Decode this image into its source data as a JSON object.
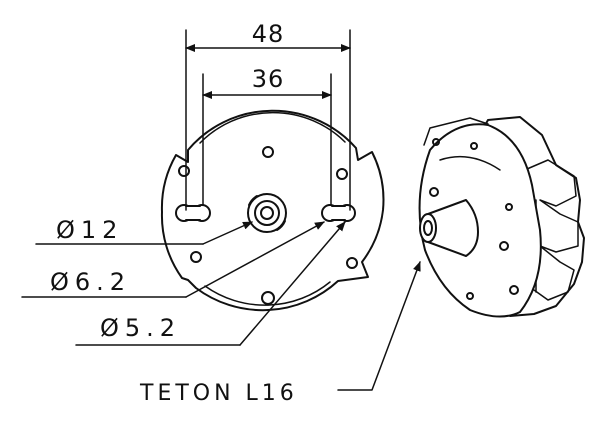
{
  "dimensions": {
    "outer_spacing": "48",
    "inner_spacing": "36"
  },
  "callouts": {
    "dia_12": "Ø12",
    "dia_6_2": "Ø6.2",
    "dia_5_2": "Ø5.2"
  },
  "part_label": "TETON L16"
}
